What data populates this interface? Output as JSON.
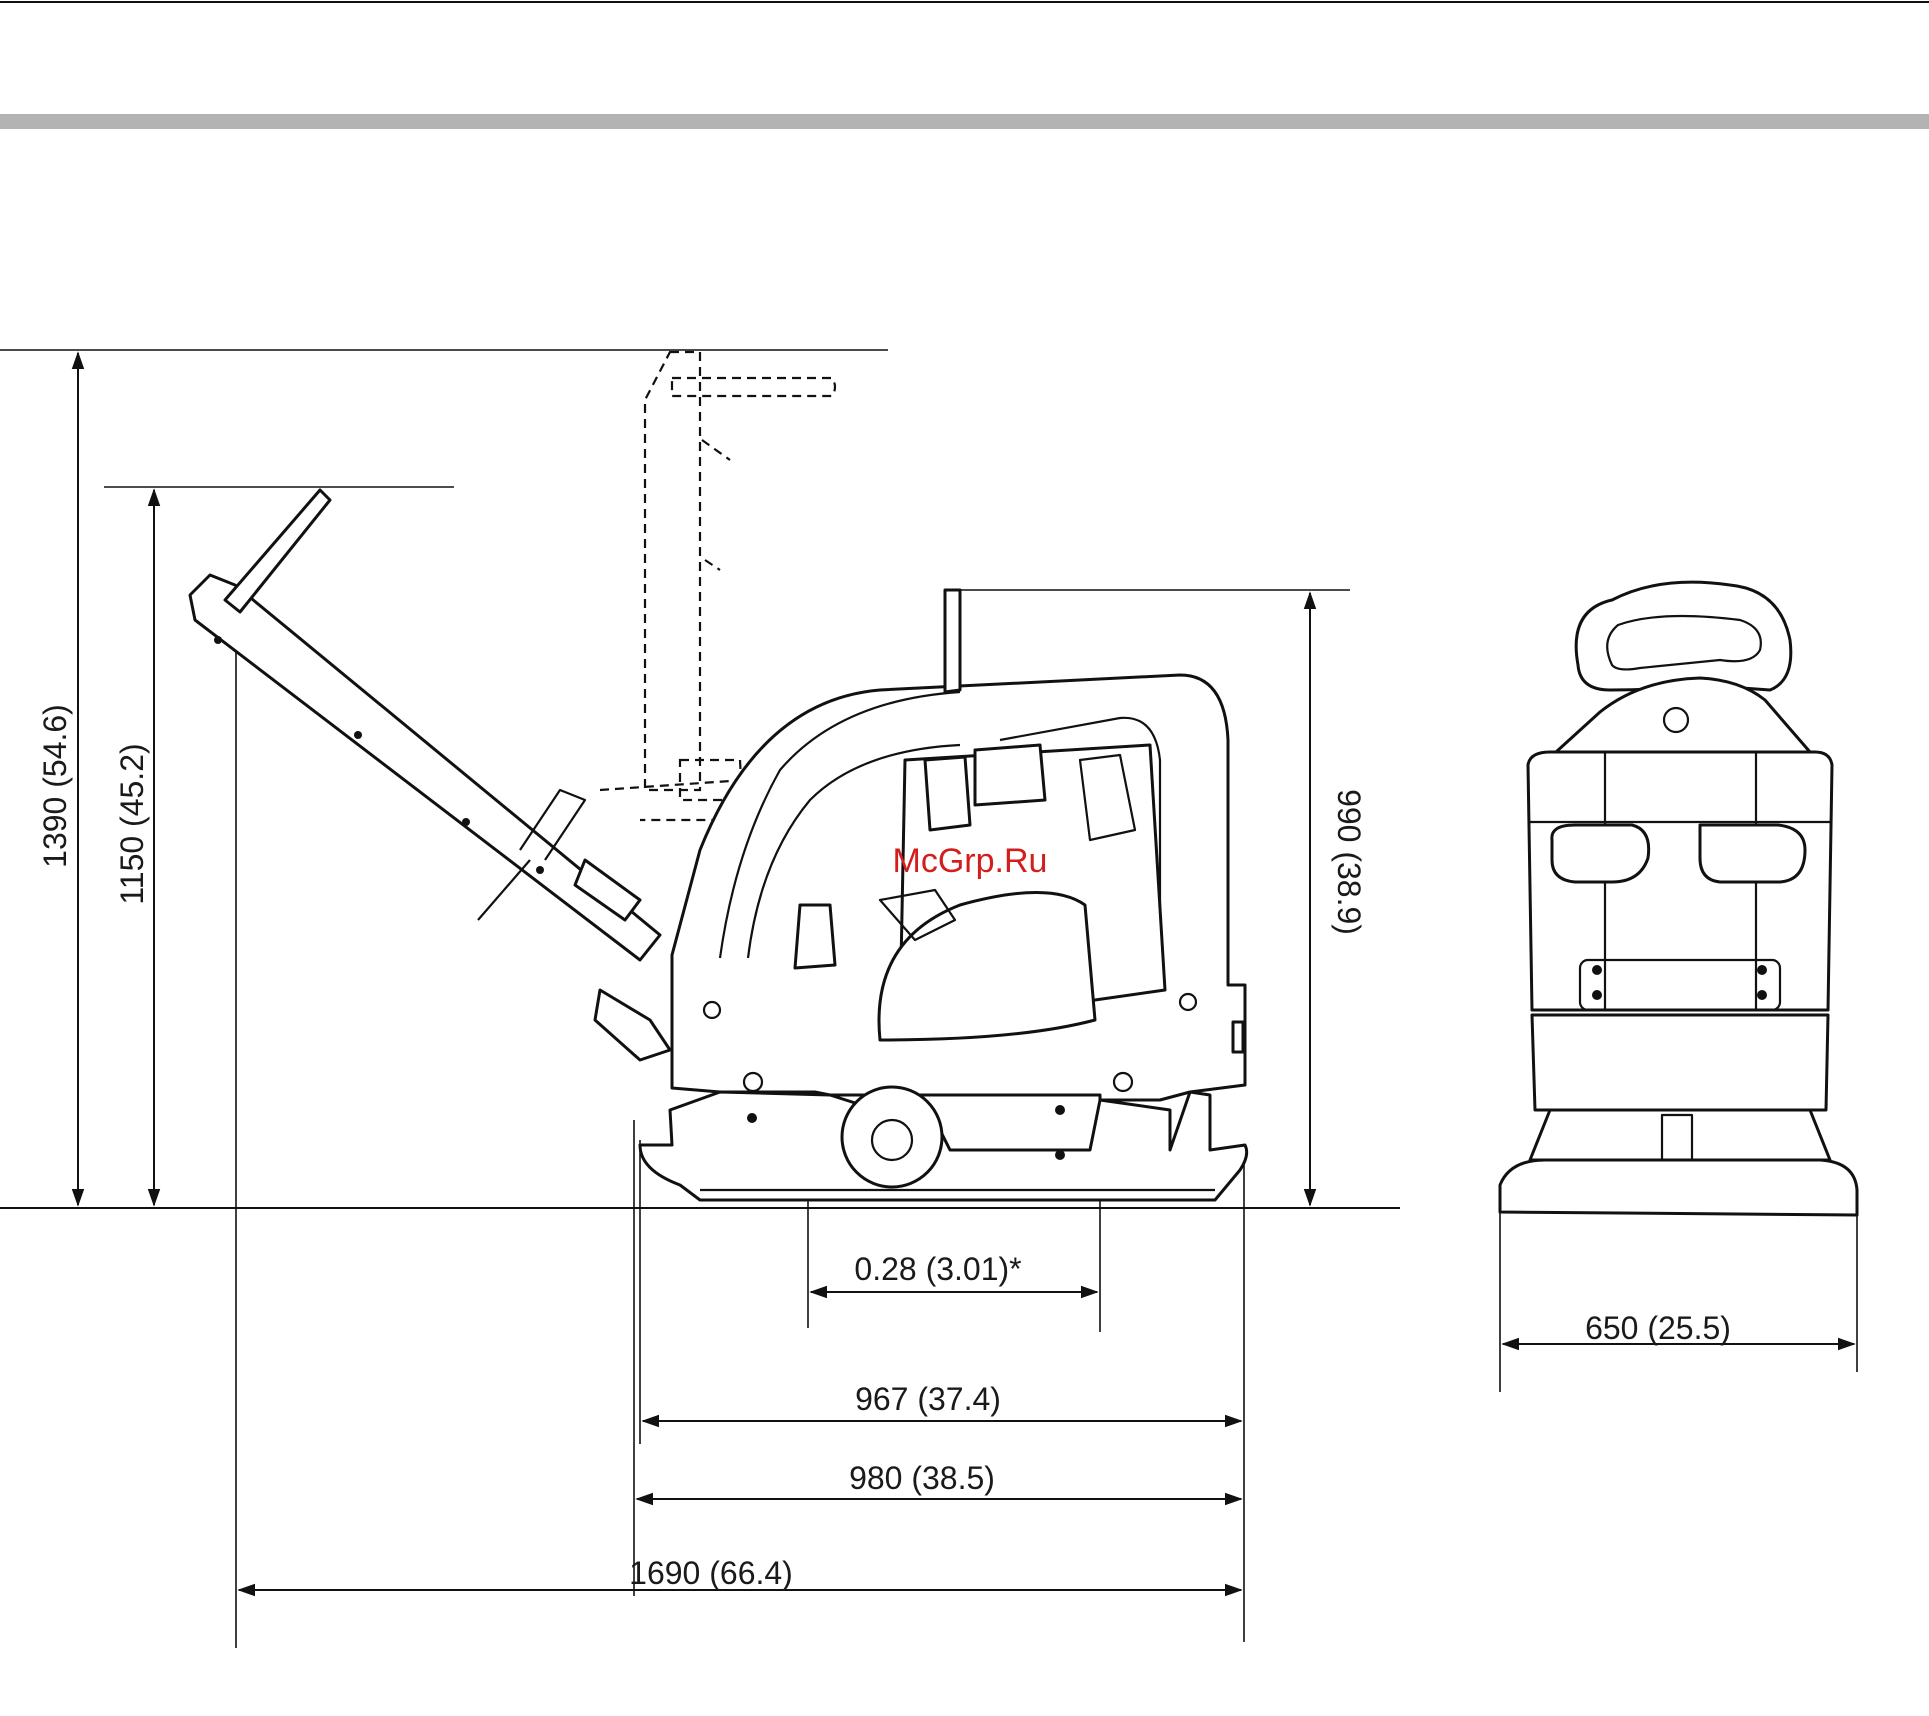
{
  "header": {
    "rule_color": "#b3b3b3"
  },
  "dimensions": {
    "height_total": "1390 (54.6)",
    "height_handle_lowered": "1150 (45.2)",
    "height_machine": "990 (38.9)",
    "stroke": "0.28 (3.01)*",
    "width_front": "650 (25.5)",
    "length_base_plate": "967 (37.4)",
    "length_machine": "980 (38.5)",
    "length_total": "1690 (66.4)"
  },
  "watermark": {
    "text": "McGrp.Ru",
    "color": "#d21e1e"
  },
  "icons": [
    "side-view-drawing",
    "front-view-drawing",
    "dimension-arrow"
  ]
}
